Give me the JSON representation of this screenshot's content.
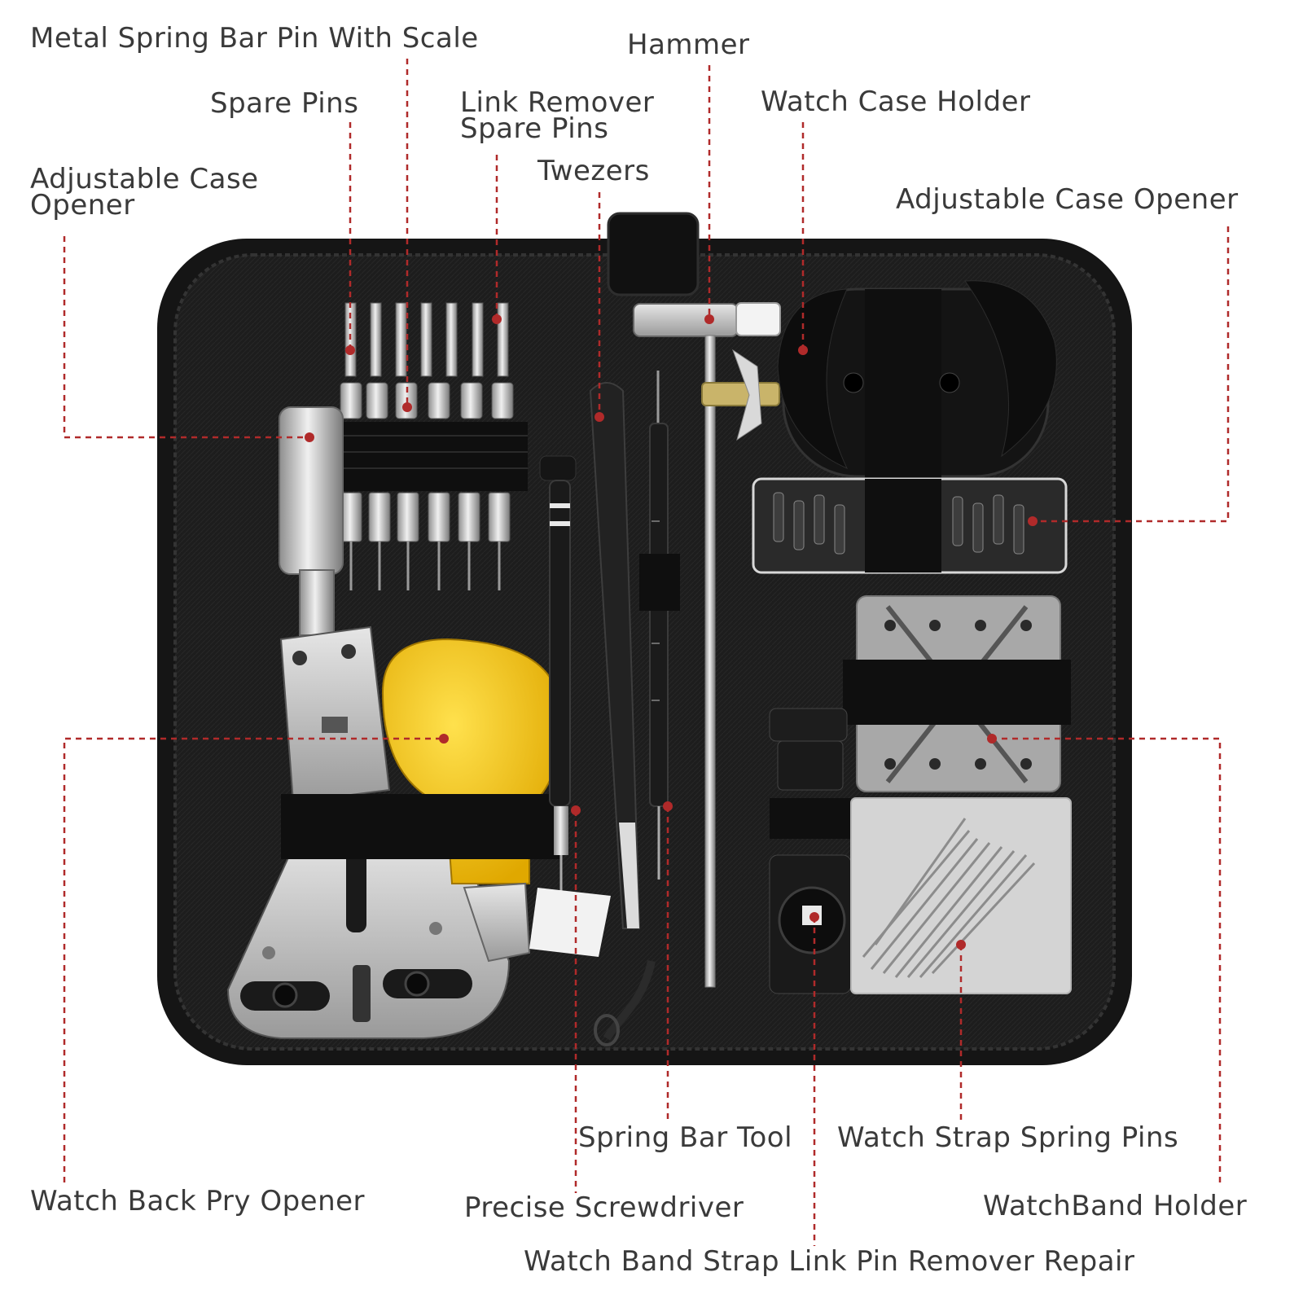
{
  "colors": {
    "leader": "#b02a2a",
    "label_text": "#3a3a3a",
    "case_fabric": "#1c1c1c",
    "tool_silver": "#c9c9c9",
    "pry_handle": "#f5c518",
    "wing_nut": "#cfcfcf"
  },
  "labels": {
    "metal_spring_bar_pin_with_scale": "Metal Spring Bar Pin With Scale",
    "hammer": "Hammer",
    "spare_pins": "Spare Pins",
    "link_remover_spare_pins_line1": "Link Remover",
    "link_remover_spare_pins_line2": "Spare Pins",
    "watch_case_holder": "Watch Case Holder",
    "twezers": "Twezers",
    "adjustable_case_opener_left_line1": "Adjustable Case",
    "adjustable_case_opener_left_line2": "Opener",
    "adjustable_case_opener_right": "Adjustable Case Opener",
    "spring_bar_tool": "Spring Bar Tool",
    "watch_strap_spring_pins": "Watch Strap Spring Pins",
    "watch_back_pry_opener": "Watch Back Pry Opener",
    "precise_screwdriver": "Precise Screwdriver",
    "watchband_holder": "WatchBand Holder",
    "watch_band_strap_link_pin_remover_repair": "Watch Band Strap Link Pin Remover Repair"
  },
  "icons": {
    "case": "zip-case-icon",
    "pin_set": "pin-set-icon",
    "case_opener": "case-opener-icon",
    "pry_tool": "pry-tool-icon",
    "screwdriver": "screwdriver-icon",
    "tweezers": "tweezers-icon",
    "spring_bar": "spring-bar-tool-icon",
    "hammer": "hammer-icon",
    "case_holder": "case-holder-icon",
    "pin_box": "pin-box-icon",
    "band_holder": "band-holder-icon",
    "link_remover": "link-remover-icon",
    "spring_pins_bag": "spring-pins-bag-icon"
  }
}
